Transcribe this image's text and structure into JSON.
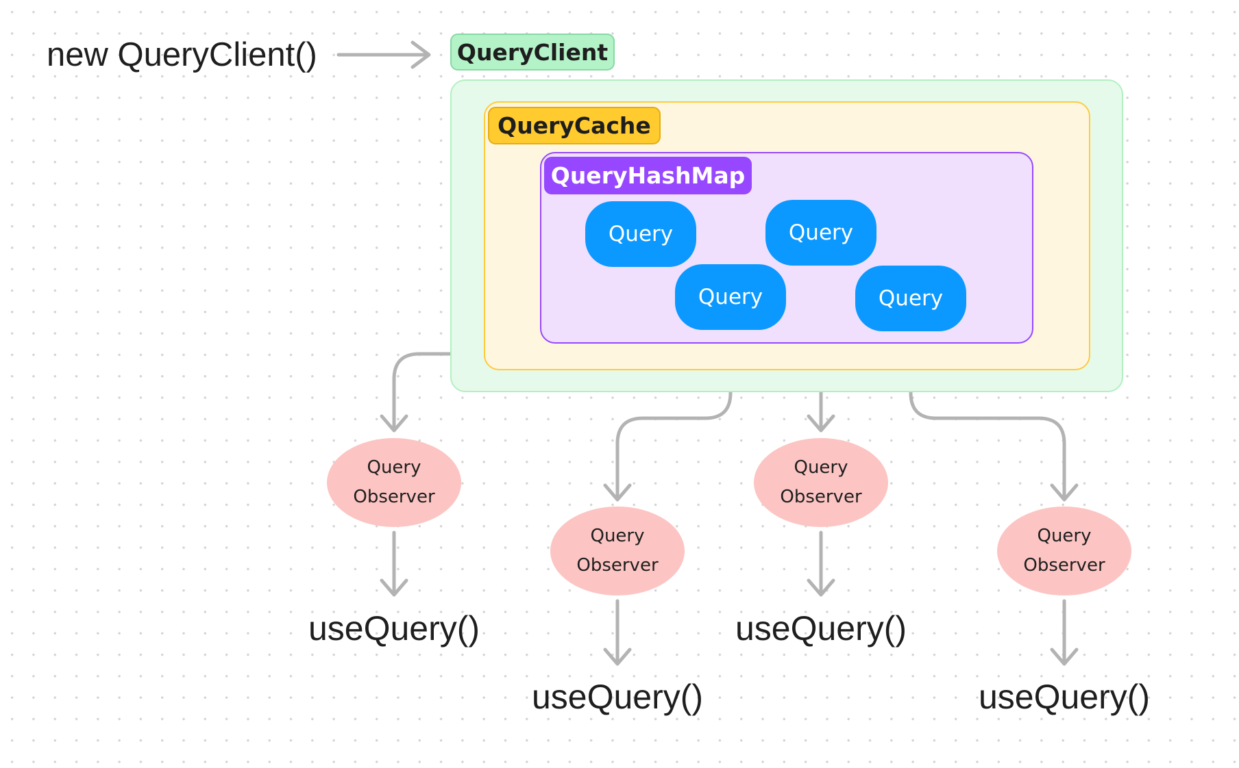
{
  "header": {
    "constructor_call": "new QueryClient()"
  },
  "query_client": {
    "label": "QueryClient",
    "fill": "#e6faeb",
    "border": "#b2f0c1",
    "tag_fill": "#b3f3c7",
    "tag_border": "#87d8a4"
  },
  "query_cache": {
    "label": "QueryCache",
    "fill": "#fff6df",
    "border": "#ffca3d",
    "tag_fill": "#ffcb2e",
    "tag_border": "#e3ad12"
  },
  "query_hash_map": {
    "label": "QueryHashMap",
    "fill": "#f0e0fd",
    "border": "#9747ff",
    "tag_fill": "#9747ff"
  },
  "queries": [
    {
      "label": "Query"
    },
    {
      "label": "Query"
    },
    {
      "label": "Query"
    },
    {
      "label": "Query"
    }
  ],
  "observers": [
    {
      "line1": "Query",
      "line2": "Observer",
      "hook": "useQuery()"
    },
    {
      "line1": "Query",
      "line2": "Observer",
      "hook": "useQuery()"
    },
    {
      "line1": "Query",
      "line2": "Observer",
      "hook": "useQuery()"
    },
    {
      "line1": "Query",
      "line2": "Observer",
      "hook": "useQuery()"
    }
  ],
  "colors": {
    "query_node": "#0b99ff",
    "observer": "#fcc5c3",
    "connector": "#b3b3b3"
  }
}
